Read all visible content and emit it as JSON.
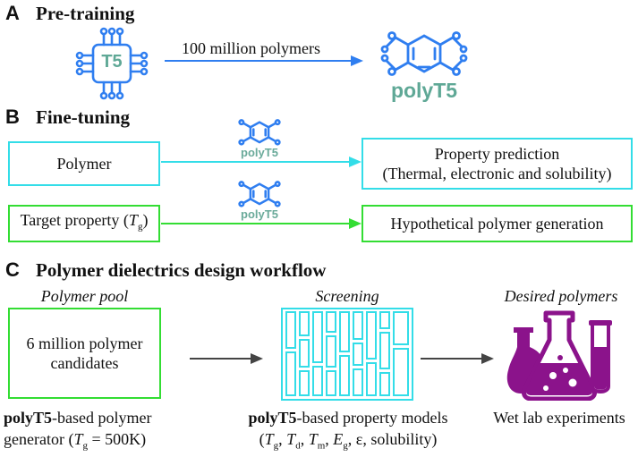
{
  "colors": {
    "blue": "#2f7ef0",
    "cyan": "#33dde8",
    "green": "#33dd33",
    "teal_text": "#5fa896",
    "purple": "#8b138b",
    "arrow_dark": "#444444"
  },
  "sectionA": {
    "letter": "A",
    "title": "Pre-training",
    "chip_label": "T5",
    "arrow_label": "100 million polymers",
    "model_label": "polyT5"
  },
  "sectionB": {
    "letter": "B",
    "title": "Fine-tuning",
    "row1": {
      "input": "Polymer",
      "model_label": "polyT5",
      "output_line1": "Property prediction",
      "output_line2": "(Thermal, electronic and solubility)"
    },
    "row2": {
      "input_text": "Target property (",
      "input_var": "T",
      "input_sub": "g",
      "input_close": ")",
      "model_label": "polyT5",
      "output": "Hypothetical polymer generation"
    }
  },
  "sectionC": {
    "letter": "C",
    "title": "Polymer dielectrics design workflow",
    "pool": {
      "heading": "Polymer pool",
      "box_line1": "6 million polymer",
      "box_line2": "candidates",
      "cap_bold": "polyT5",
      "cap_rest": "-based polymer",
      "cap_line2_pre": "generator  (",
      "cap_var": "T",
      "cap_sub": "g",
      "cap_line2_post": " = 500K)"
    },
    "screening": {
      "heading": "Screening",
      "cap_bold": "polyT5",
      "cap_rest": "-based property models",
      "v1": "T",
      "s1": "g",
      "v2": "T",
      "s2": "d",
      "v3": "T",
      "s3": "m",
      "v4": "E",
      "s4": "g",
      "tail": ", ε, solubility)"
    },
    "desired": {
      "heading": "Desired polymers",
      "caption": "Wet lab experiments"
    }
  }
}
